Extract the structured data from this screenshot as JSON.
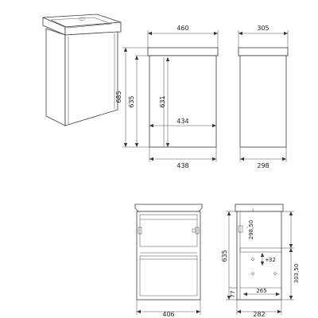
{
  "dimensions": {
    "top_front_width": "460",
    "top_front_body_width": "438",
    "top_front_total_height": "685",
    "top_front_body_height": "635",
    "top_front_door_height": "631",
    "top_front_door_width": "434",
    "top_side_depth": "305",
    "top_side_body_depth": "298",
    "bottom_front_height": "635",
    "bottom_front_width": "406",
    "bottom_side_upper": "298,50",
    "bottom_side_lower": "303,50",
    "bottom_side_inner_width": "265",
    "bottom_side_outer_width": "282",
    "bottom_side_offset": "32",
    "bottom_foot": "77"
  },
  "colors": {
    "line": "#3a3a3a",
    "text": "#222222",
    "background": "#ffffff"
  }
}
